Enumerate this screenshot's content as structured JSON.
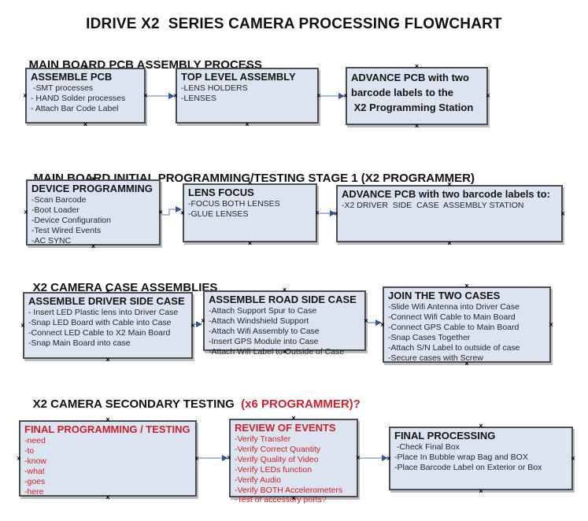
{
  "title": "IDRIVE X2  SERIES CAMERA PROCESSING FLOWCHART",
  "colors": {
    "box_fill": "#dce4f2",
    "box_border": "#4a4e54",
    "red_text": "#cc2127",
    "arrow_line": "#8fa7cf",
    "arrow_head": "#33549c",
    "text": "#1a1a1a"
  },
  "sections": [
    {
      "heading": "MAIN BOARD PCB ASSEMBLY PROCESS",
      "boxes": [
        {
          "title": "ASSEMBLE PCB",
          "items": [
            " -SMT processes",
            "- HAND Solder processes",
            "- Attach Bar Code Label"
          ]
        },
        {
          "title": "TOP LEVEL ASSEMBLY",
          "items": [
            "-LENS HOLDERS",
            "-LENSES"
          ]
        },
        {
          "title": "ADVANCE PCB with two\nbarcode labels to the\n X2 Programming Station",
          "items": []
        }
      ]
    },
    {
      "heading": "MAIN BOARD INITIAL PROGRAMMING/TESTING STAGE 1 (X2 PROGRAMMER)",
      "boxes": [
        {
          "title": "DEVICE PROGRAMMING",
          "items": [
            "-Scan Barcode",
            "-Boot Loader",
            "-Device Configuration",
            "-Test Wired Events",
            "-AC SYNC"
          ]
        },
        {
          "title": "LENS FOCUS",
          "items": [
            "-FOCUS BOTH LENSES",
            "-GLUE LENSES"
          ]
        },
        {
          "title": "ADVANCE PCB with two barcode labels to:",
          "items": [
            "-X2 DRIVER  SIDE  CASE  ASSEMBLY STATION"
          ]
        }
      ]
    },
    {
      "heading": "X2 CAMERA CASE ASSEMBLIES",
      "boxes": [
        {
          "title": "ASSEMBLE DRIVER SIDE CASE",
          "items": [
            "- Insert LED Plastic lens into Driver Case",
            "-Snap LED Board with Cable into Case",
            "-Connect LED Cable to X2 Main Board",
            "-Snap Main Board into case"
          ]
        },
        {
          "title": "ASSEMBLE ROAD SIDE CASE",
          "items": [
            "-Attach Support Spur to Case",
            "-Attach Windshield Support",
            "-Attach Wifi Assembly to Case",
            "-Insert GPS Module into Case",
            "-Attach Wifi Label to Outside of Case"
          ]
        },
        {
          "title": "JOIN THE TWO CASES",
          "items": [
            "-Slide Wifi Antenna into Driver Case",
            "-Connect Wifi Cable to Main Board",
            "-Connect GPS Cable to Main Board",
            "-Snap Cases Together",
            "-Attach S/N Label to outside of case",
            "-Secure cases with Screw"
          ]
        }
      ]
    },
    {
      "heading": "X2 CAMERA SECONDARY TESTING ",
      "heading_red": " (x6 PROGRAMMER)?",
      "boxes": [
        {
          "title": "FINAL PROGRAMMING / TESTING",
          "items": [
            "-need",
            "-to",
            "-know",
            "-what",
            "-goes",
            "-here"
          ]
        },
        {
          "title": "REVIEW OF EVENTS",
          "items": [
            "-Verify Transfer",
            "-Verify Correct Quantity",
            "-Verify Quality of Video",
            "-Verify LEDs function",
            "-Verify Audio",
            "-Verify BOTH Accelerometers",
            "-Test of accessory ports?"
          ]
        },
        {
          "title": "FINAL PROCESSING",
          "items": [
            " -Check Final Box",
            "-Place In Bubble wrap Bag and BOX",
            "-Place Barcode Label on Exterior or Box"
          ]
        }
      ]
    }
  ]
}
